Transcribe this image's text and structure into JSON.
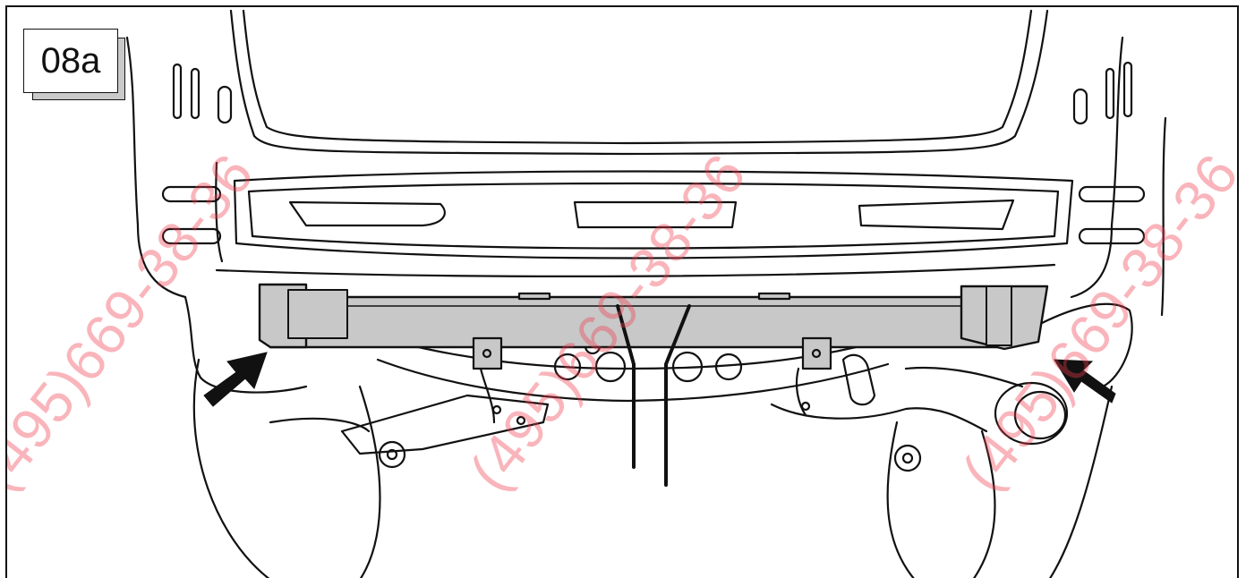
{
  "step": {
    "label": "08a"
  },
  "watermark": {
    "text": "(495)669-38-36"
  },
  "colors": {
    "line": "#111111",
    "bar_fill": "#c8c8c8",
    "shadow": "#c9c9c9",
    "watermark": "#ee3c4b"
  },
  "arrows": [
    {
      "name": "left-mounting-point-arrow",
      "icon": "arrow-up-right-icon"
    },
    {
      "name": "right-mounting-point-arrow",
      "icon": "arrow-up-left-icon"
    }
  ]
}
